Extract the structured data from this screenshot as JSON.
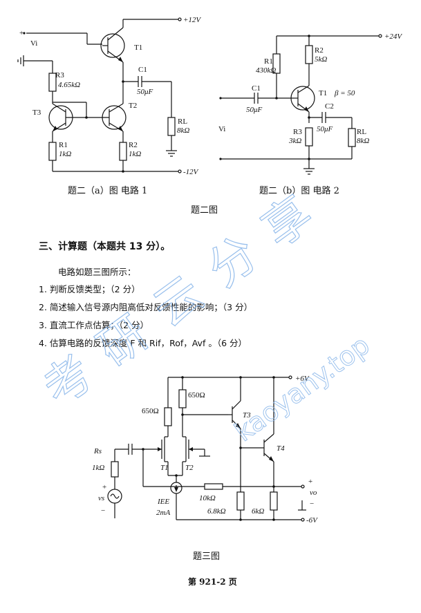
{
  "circuit1": {
    "vi": "Vi",
    "plus": "+",
    "vcc": "+12V",
    "vee": "-12V",
    "t1": "T1",
    "t2": "T2",
    "t3": "T3",
    "r3": "R3",
    "r3_val": "4.65kΩ",
    "c1": "C1",
    "c1_val": "50μF",
    "rl": "RL",
    "rl_val": "8kΩ",
    "r1": "R1",
    "r1_val": "1kΩ",
    "r2": "R2",
    "r2_val": "1kΩ",
    "caption": "题二（a）图  电路 1"
  },
  "circuit2": {
    "vcc": "+24V",
    "r1": "R1",
    "r1_val": "430kΩ",
    "r2": "R2",
    "r2_val": "5kΩ",
    "c1": "C1",
    "c1_val": "50μF",
    "t1": "T1",
    "beta": "β = 50",
    "c2": "C2",
    "c2_val": "50μF",
    "vi": "Vi",
    "r3": "R3",
    "r3_val": "3kΩ",
    "rl": "RL",
    "rl_val": "8kΩ",
    "caption": "题二（b）图  电路 2"
  },
  "figure2_caption": "题二图",
  "section3": {
    "title": "三、计算题（本题共 13 分）。",
    "intro": "电路如题三图所示：",
    "items": [
      "1.  判断反馈类型；（2 分）",
      "2.  简述输入信号源内阻高低对反馈性能的影响；（3 分）",
      "3.  直流工作点估算；（2 分）",
      "4.  估算电路的反馈深度 F 和 Rif，Rof，Avf 。（6 分）"
    ]
  },
  "circuit3": {
    "vcc": "+6V",
    "vee": "-6V",
    "r650a": "650Ω",
    "r650b": "650Ω",
    "t1": "T1",
    "t2": "T2",
    "t3": "T3",
    "t4": "T4",
    "rs": "Rs",
    "rs_val": "1kΩ",
    "vs": "vs",
    "iee": "IEE",
    "iee_val": "2mA",
    "r10k": "10kΩ",
    "r68k": "6.8kΩ",
    "r6k": "6kΩ",
    "vo": "vo",
    "plus": "+",
    "minus": "−",
    "caption": "题三图"
  },
  "page_number": "第 921-2 页",
  "watermark": {
    "chars": "考研云分享",
    "url": "kaoyany.top"
  }
}
